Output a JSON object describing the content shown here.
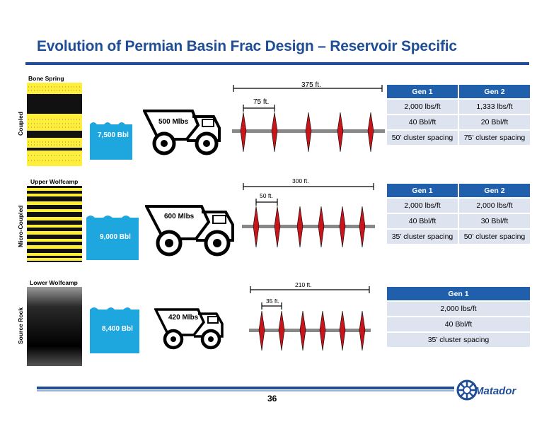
{
  "title": "Evolution of Permian Basin Frac Design – Reservoir Specific",
  "page_number": "36",
  "logo_text": "Matador",
  "colors": {
    "brand_blue": "#1f4e96",
    "table_header": "#1f5fab",
    "table_cell": "#dde3ef",
    "water": "#1ea6df",
    "frac_red": "#c8151c",
    "rock_yellow": "#ffef3a"
  },
  "sections": [
    {
      "rock_name": "Bone Spring",
      "side_label": "Coupled",
      "water_volume": "7,500 Bbl",
      "proppant": "500 Mlbs",
      "outer_spacing": "375 ft.",
      "inner_spacing": "75 ft.",
      "cluster_count": 5,
      "table": {
        "headers": [
          "Gen 1",
          "Gen 2"
        ],
        "rows": [
          [
            "2,000 lbs/ft",
            "1,333 lbs/ft"
          ],
          [
            "40 Bbl/ft",
            "20 Bbl/ft"
          ],
          [
            "50’ cluster spacing",
            "75’ cluster spacing"
          ]
        ]
      }
    },
    {
      "rock_name": "Upper Wolfcamp",
      "side_label": "Micro-Coupled",
      "water_volume": "9,000 Bbl",
      "proppant": "600 Mlbs",
      "outer_spacing": "300 ft.",
      "inner_spacing": "50 ft.",
      "cluster_count": 6,
      "table": {
        "headers": [
          "Gen 1",
          "Gen 2"
        ],
        "rows": [
          [
            "2,000 lbs/ft",
            "2,000 lbs/ft"
          ],
          [
            "40 Bbl/ft",
            "30 Bbl/ft"
          ],
          [
            "35’ cluster spacing",
            "50’ cluster spacing"
          ]
        ]
      }
    },
    {
      "rock_name": "Lower Wolfcamp",
      "side_label": "Source Rock",
      "water_volume": "8,400 Bbl",
      "proppant": "420 Mlbs",
      "outer_spacing": "210 ft.",
      "inner_spacing": "35 ft.",
      "cluster_count": 6,
      "table": {
        "headers": [
          "Gen 1"
        ],
        "rows": [
          [
            "2,000 lbs/ft"
          ],
          [
            "40 Bbl/ft"
          ],
          [
            "35’ cluster spacing"
          ]
        ]
      }
    }
  ]
}
